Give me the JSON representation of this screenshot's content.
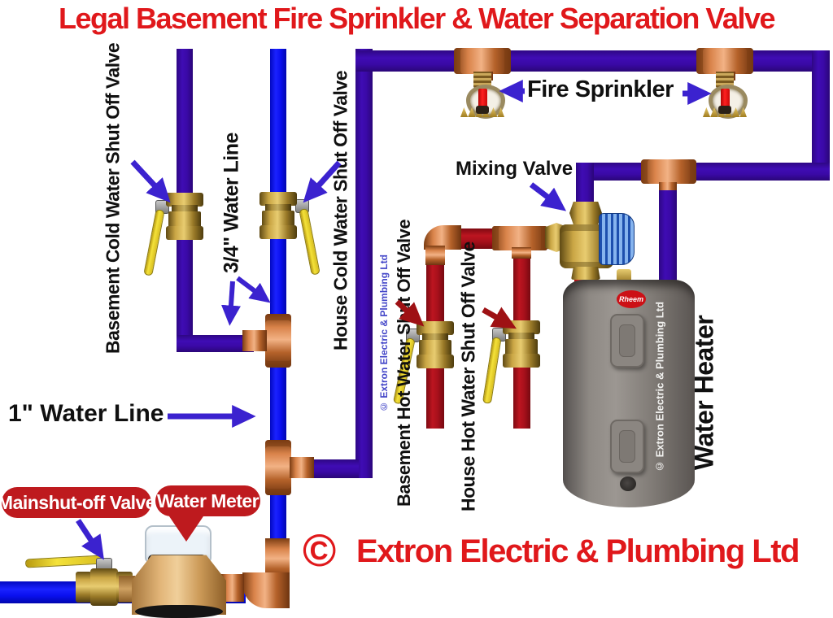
{
  "title": "Legal Basement Fire Sprinkler & Water Separation Valve",
  "labels": {
    "basement_cold": "Basement Cold Water Shut Off Valve",
    "three_quarter_line": "3/4\" Water Line",
    "house_cold": "House Cold Water Shut Off Valve",
    "basement_hot": "Basement Hot Water Shut Off Valve",
    "house_hot": "House Hot Water Shut Off Valve",
    "fire_sprinkler": "Fire Sprinkler",
    "mixing_valve": "Mixing Valve",
    "water_heater": "Water Heater",
    "one_inch_line": "1\" Water Line"
  },
  "callouts": {
    "main_shutoff": "Mainshut-off Valve",
    "water_meter": "Water Meter"
  },
  "watermarks": {
    "pipe": "© Extron Electric & Plumbing Ltd",
    "heater": "© Extron Electric & Plumbing Ltd"
  },
  "footer": {
    "copyright_symbol": "©",
    "company": "Extron Electric & Plumbing Ltd"
  },
  "equipment": {
    "heater_brand": "Rheem"
  },
  "colors": {
    "cold_pipe_blue": "#0a10ef",
    "fire_line_purple": "#3a09a6",
    "hot_pipe_red": "#a6101b",
    "hot_outlet_bright_red": "#e8101c",
    "callout_red": "#be1a1e",
    "title_red": "#e0181b",
    "arrow_blue": "#3b22cf",
    "arrow_dark_red": "#9e1114",
    "copper": "#c5702f",
    "brass": "#caa645",
    "heater_gray": "#7e7974"
  }
}
